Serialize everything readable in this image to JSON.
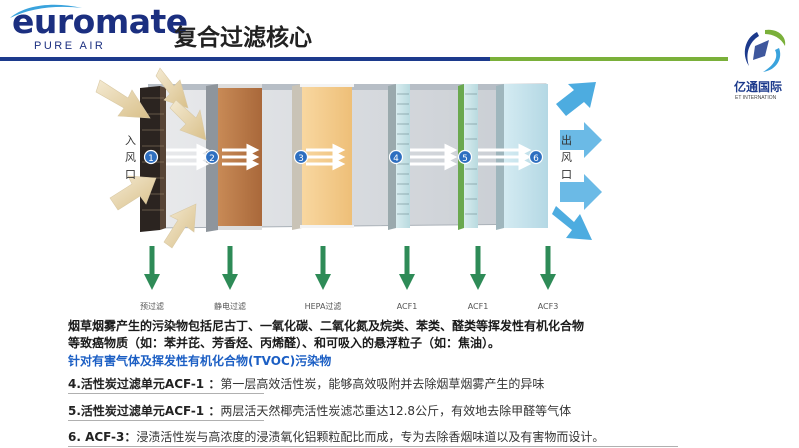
{
  "header": {
    "brand": "euromate",
    "brand_sub": "PURE AIR",
    "title": "复合过滤核心",
    "partner_cn": "亿通国际",
    "partner_en": "ET INTERNATION"
  },
  "diagram": {
    "inlet_label": "入风口",
    "outlet_label": "出风口",
    "stages": [
      {
        "number": "1",
        "name": "预过滤"
      },
      {
        "number": "2",
        "name": "静电过滤"
      },
      {
        "number": "3",
        "name": "HEPA过滤"
      },
      {
        "number": "4",
        "name": "ACF1"
      },
      {
        "number": "5",
        "name": "ACF1"
      },
      {
        "number": "6",
        "name": "ACF3"
      }
    ],
    "colors": {
      "flow_arrow": "#2e8b57",
      "outlet_arrow": "#3aa3dd"
    }
  },
  "text": {
    "line1": "烟草烟雾产生的污染物包括尼古丁、一氧化碳、二氧化氮及烷类、苯类、醛类等挥发性有机化合物",
    "line2": "等致癌物质（如：苯并芘、芳香烃、丙烯醛）、和可吸入的悬浮粒子（如：焦油）。",
    "highlight": "针对有害气体及挥发性有机化合物(TVOC)污染物",
    "items": [
      {
        "label": "4.活性炭过滤单元ACF-1 ：",
        "desc": "第一层高效活性炭，能够高效吸附并去除烟草烟雾产生的异味"
      },
      {
        "label": "5.活性炭过滤单元ACF-1 ：",
        "desc": "两层活天然椰壳活性炭滤芯重达12.8公斤，有效地去除甲醛等气体"
      },
      {
        "label": "6. ACF-3：",
        "desc": "浸渍活性炭与高浓度的浸渍氧化铝颗粒配比而成，专为去除香烟味道以及有害物而设计。"
      }
    ]
  }
}
